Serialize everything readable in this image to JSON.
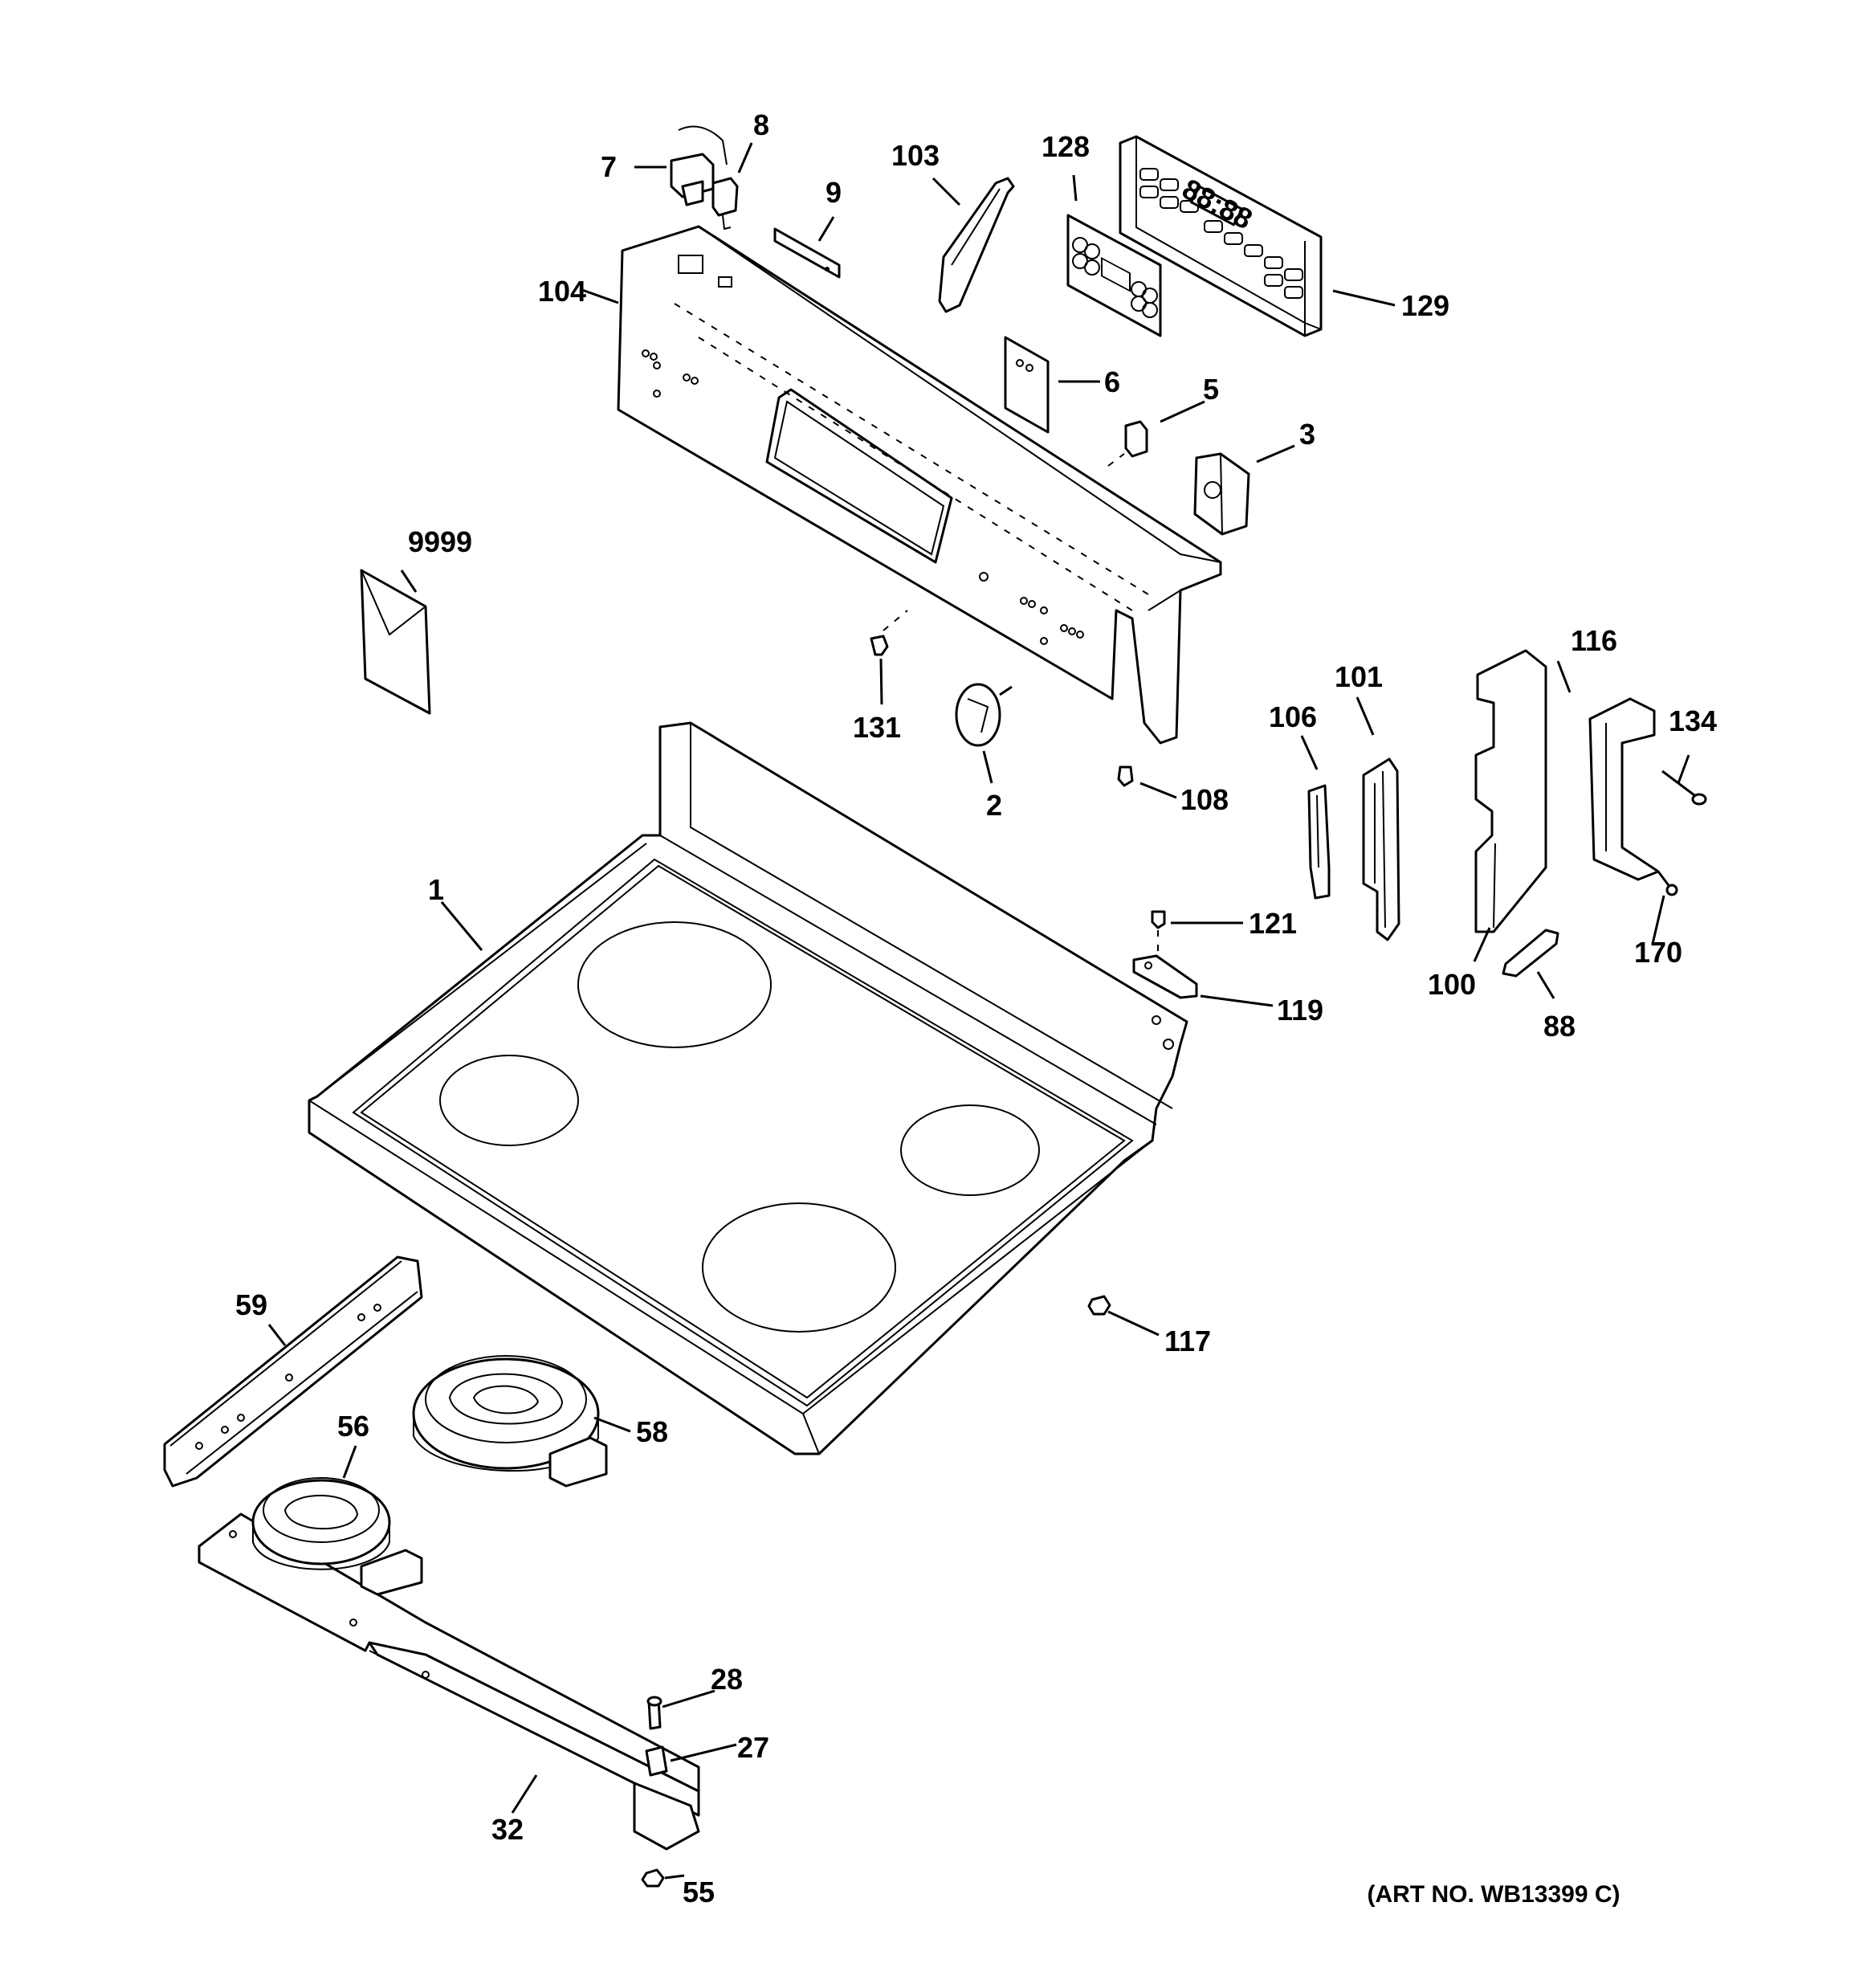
{
  "diagram": {
    "art_number": "(ART NO. WB13399 C)",
    "callouts": [
      {
        "id": "c1",
        "label": "1"
      },
      {
        "id": "c2",
        "label": "2"
      },
      {
        "id": "c3",
        "label": "3"
      },
      {
        "id": "c5",
        "label": "5"
      },
      {
        "id": "c6",
        "label": "6"
      },
      {
        "id": "c7",
        "label": "7"
      },
      {
        "id": "c8",
        "label": "8"
      },
      {
        "id": "c9",
        "label": "9"
      },
      {
        "id": "c27",
        "label": "27"
      },
      {
        "id": "c28",
        "label": "28"
      },
      {
        "id": "c32",
        "label": "32"
      },
      {
        "id": "c55",
        "label": "55"
      },
      {
        "id": "c56",
        "label": "56"
      },
      {
        "id": "c58",
        "label": "58"
      },
      {
        "id": "c59",
        "label": "59"
      },
      {
        "id": "c88",
        "label": "88"
      },
      {
        "id": "c100",
        "label": "100"
      },
      {
        "id": "c101",
        "label": "101"
      },
      {
        "id": "c103",
        "label": "103"
      },
      {
        "id": "c104",
        "label": "104"
      },
      {
        "id": "c106",
        "label": "106"
      },
      {
        "id": "c108",
        "label": "108"
      },
      {
        "id": "c116",
        "label": "116"
      },
      {
        "id": "c117",
        "label": "117"
      },
      {
        "id": "c119",
        "label": "119"
      },
      {
        "id": "c121",
        "label": "121"
      },
      {
        "id": "c128",
        "label": "128"
      },
      {
        "id": "c129",
        "label": "129"
      },
      {
        "id": "c131",
        "label": "131"
      },
      {
        "id": "c134",
        "label": "134"
      },
      {
        "id": "c170",
        "label": "170"
      },
      {
        "id": "c9999",
        "label": "9999"
      }
    ],
    "control_display": "88:88"
  }
}
